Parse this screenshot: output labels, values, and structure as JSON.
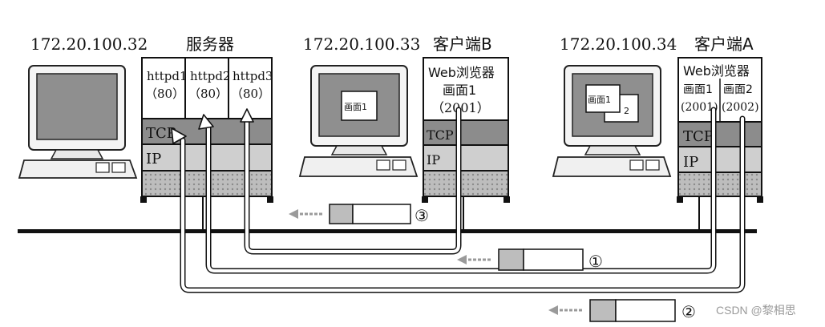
{
  "hosts": {
    "pc1": {
      "ip": "172.20.100.32"
    },
    "server": {
      "label": "服务器",
      "processes": [
        {
          "name": "httpd1",
          "port": "（80）"
        },
        {
          "name": "httpd2",
          "port": "（80）"
        },
        {
          "name": "httpd3",
          "port": "（80）"
        }
      ],
      "tcp": "TCP",
      "ip": "IP"
    },
    "pc2": {
      "ip": "172.20.100.33",
      "window": "画面1"
    },
    "clientB": {
      "label": "客户端B",
      "app_line1": "Web浏览器",
      "app_line2": "画面1",
      "port": "（2001）",
      "tcp": "TCP",
      "ip": "IP"
    },
    "pc3": {
      "ip": "172.20.100.34",
      "windows": [
        "画面1",
        "2"
      ]
    },
    "clientA": {
      "label": "客户端A",
      "app_line1": "Web浏览器",
      "screens": [
        {
          "name": "画面1",
          "port": "(2001)"
        },
        {
          "name": "画面2",
          "port": "(2002)"
        }
      ],
      "tcp": "TCP",
      "ip": "IP"
    }
  },
  "packets": [
    {
      "marker": "③"
    },
    {
      "marker": "①"
    },
    {
      "marker": "②"
    }
  ],
  "watermark": "CSDN @黎相思",
  "colors": {
    "tcp_fill": "#8c8c8c",
    "ip_fill": "#cfcfcf",
    "link_fill": "#bdbdbd",
    "screen_fill": "#8f8f8f",
    "packet_head": "#bdbdbd",
    "arrow": "#9a9a9a",
    "wire": "#111111"
  }
}
